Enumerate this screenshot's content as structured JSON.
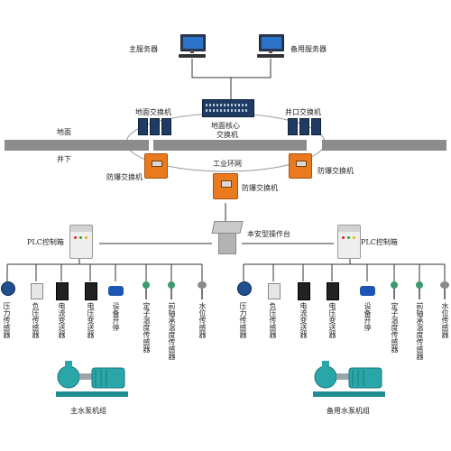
{
  "servers": {
    "main": "主服务器",
    "backup": "备用服务器"
  },
  "network": {
    "ground_switch": "地面交换机",
    "core_switch_line1": "地面核心",
    "core_switch_line2": "交换机",
    "shaft_switch": "井口交换机",
    "ring": "工业环网",
    "explosion_proof_switch": "防爆交换机"
  },
  "zones": {
    "surface": "地面",
    "underground": "井下"
  },
  "station": "本安型操作台",
  "plc_box": "PLC控制箱",
  "sensors": [
    "压力传感器",
    "负压传感器",
    "电流变送器",
    "电压变送器",
    "设备开停",
    "定子温度传感器",
    "前轴承温度传感器",
    "水位传感器"
  ],
  "pump_groups": {
    "main": "主水泵机组",
    "backup": "备用水泵机组"
  },
  "colors": {
    "enclosure": "#ea7a1e",
    "screen": "#2b73c8",
    "pump_body": "#2aa6a9",
    "ground_band": "#8c8c8c"
  }
}
